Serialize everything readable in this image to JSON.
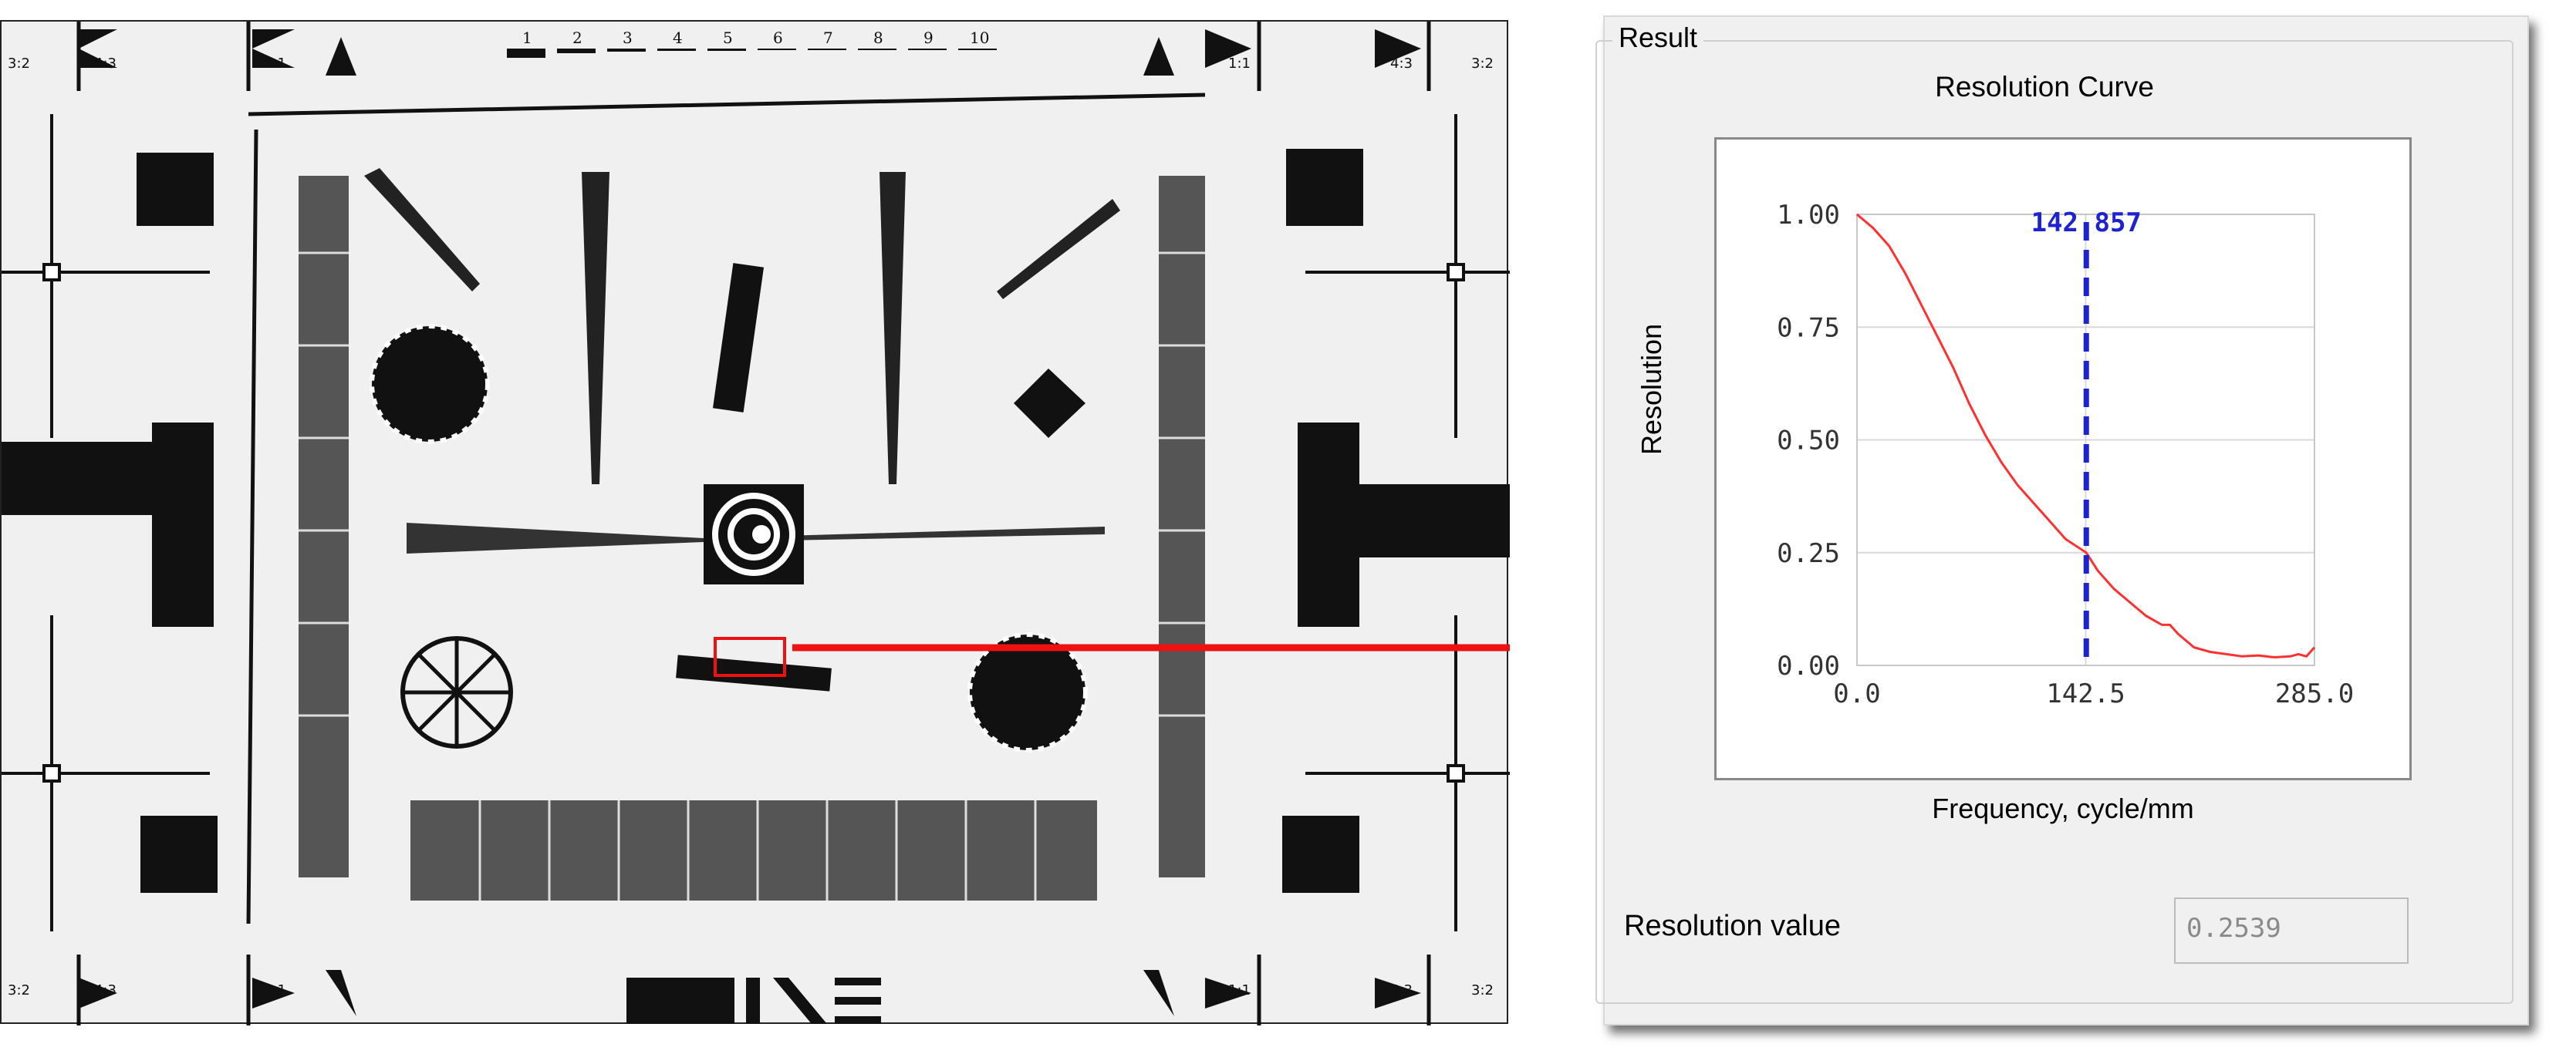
{
  "result_group": {
    "label": "Result"
  },
  "resolution_value": {
    "label": "Resolution value",
    "value": "0.2539"
  },
  "test_chart": {
    "top_numbers": [
      "1",
      "2",
      "3",
      "4",
      "5",
      "6",
      "7",
      "8",
      "9",
      "10"
    ],
    "corner_ratios": [
      "3:2",
      "4:3",
      "1:1"
    ],
    "arrow_color": "#ee1111"
  },
  "chart_data": {
    "type": "line",
    "title": "Resolution Curve",
    "xlabel": "Frequency, cycle/mm",
    "ylabel": "Resolution",
    "xlim": [
      0.0,
      285.0
    ],
    "ylim": [
      0.0,
      1.0
    ],
    "xticks": [
      "0.0",
      "142.5",
      "285.0"
    ],
    "yticks": [
      "0.00",
      "0.25",
      "0.50",
      "0.75",
      "1.00"
    ],
    "grid": true,
    "marker": {
      "x": 142.857,
      "label": "142.857",
      "color": "#1e22d0"
    },
    "series": [
      {
        "color": "#ff3030",
        "points": [
          [
            0,
            1.0
          ],
          [
            10,
            0.97
          ],
          [
            20,
            0.93
          ],
          [
            30,
            0.87
          ],
          [
            40,
            0.8
          ],
          [
            50,
            0.73
          ],
          [
            60,
            0.66
          ],
          [
            70,
            0.58
          ],
          [
            80,
            0.51
          ],
          [
            90,
            0.45
          ],
          [
            100,
            0.4
          ],
          [
            110,
            0.36
          ],
          [
            120,
            0.32
          ],
          [
            130,
            0.28
          ],
          [
            142.857,
            0.25
          ],
          [
            150,
            0.21
          ],
          [
            160,
            0.17
          ],
          [
            170,
            0.14
          ],
          [
            180,
            0.11
          ],
          [
            190,
            0.09
          ],
          [
            195,
            0.09
          ],
          [
            200,
            0.07
          ],
          [
            210,
            0.04
          ],
          [
            220,
            0.03
          ],
          [
            230,
            0.025
          ],
          [
            240,
            0.02
          ],
          [
            250,
            0.022
          ],
          [
            260,
            0.018
          ],
          [
            270,
            0.02
          ],
          [
            275,
            0.025
          ],
          [
            280,
            0.02
          ],
          [
            285,
            0.04
          ]
        ]
      }
    ]
  }
}
